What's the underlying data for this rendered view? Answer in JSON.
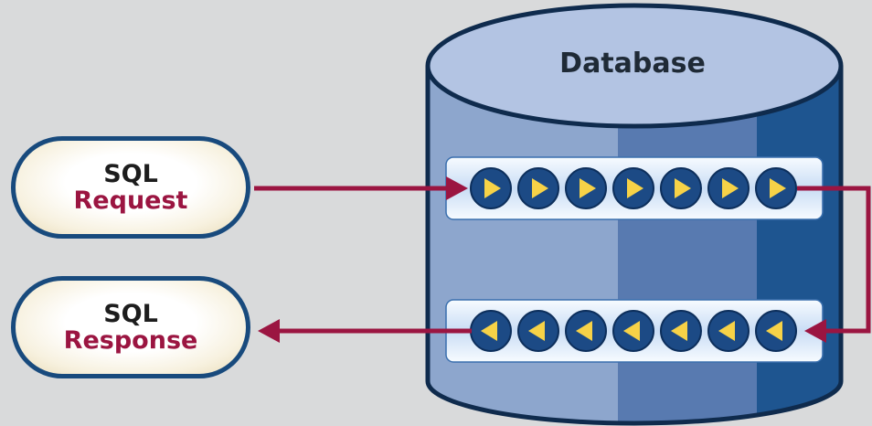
{
  "diagram": {
    "database_label": "Database",
    "request": {
      "line1": "SQL",
      "line2": "Request"
    },
    "response": {
      "line1": "SQL",
      "line2": "Response"
    },
    "forward_queue": {
      "direction": "right",
      "item_count": 7
    },
    "return_queue": {
      "direction": "left",
      "item_count": 7
    }
  },
  "colors": {
    "background": "#d9dadb",
    "cylinder_top": "#b3c4e3",
    "cylinder_left": "#8da6cd",
    "cylinder_middle": "#587ab0",
    "cylinder_right": "#1e5590",
    "outline": "#0f2b4d",
    "arrow": "#9b1541",
    "queue_item": "#1c4a85",
    "queue_triangle": "#f7d247"
  }
}
